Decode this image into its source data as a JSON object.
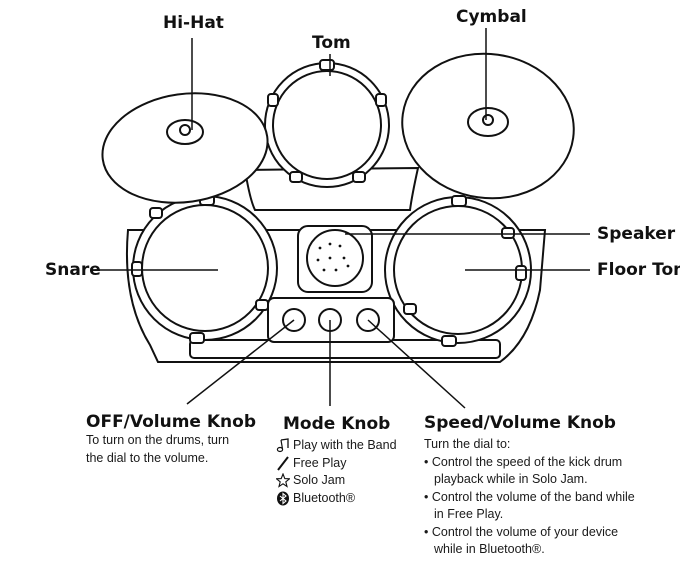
{
  "labels": {
    "hihat": "Hi-Hat",
    "tom": "Tom",
    "cymbal": "Cymbal",
    "speaker": "Speaker",
    "snare": "Snare",
    "floor_tom": "Floor Tom"
  },
  "off_volume_knob": {
    "title": "OFF/Volume Knob",
    "lines": [
      "To turn on the drums, turn",
      "the dial to the volume."
    ]
  },
  "mode_knob": {
    "title": "Mode Knob",
    "items": [
      {
        "icon": "music-note-icon",
        "label": "Play with the Band"
      },
      {
        "icon": "drumstick-icon",
        "label": "Free Play"
      },
      {
        "icon": "star-icon",
        "label": "Solo Jam"
      },
      {
        "icon": "bluetooth-icon",
        "label": "Bluetooth®"
      }
    ]
  },
  "speed_volume_knob": {
    "title": "Speed/Volume Knob",
    "intro": "Turn the dial to:",
    "lines": [
      "• Control the speed of the kick drum",
      "playback while in Solo Jam.",
      "• Control the volume of the band while",
      "in Free Play.",
      "• Control the volume of your device",
      "while in Bluetooth®."
    ]
  }
}
